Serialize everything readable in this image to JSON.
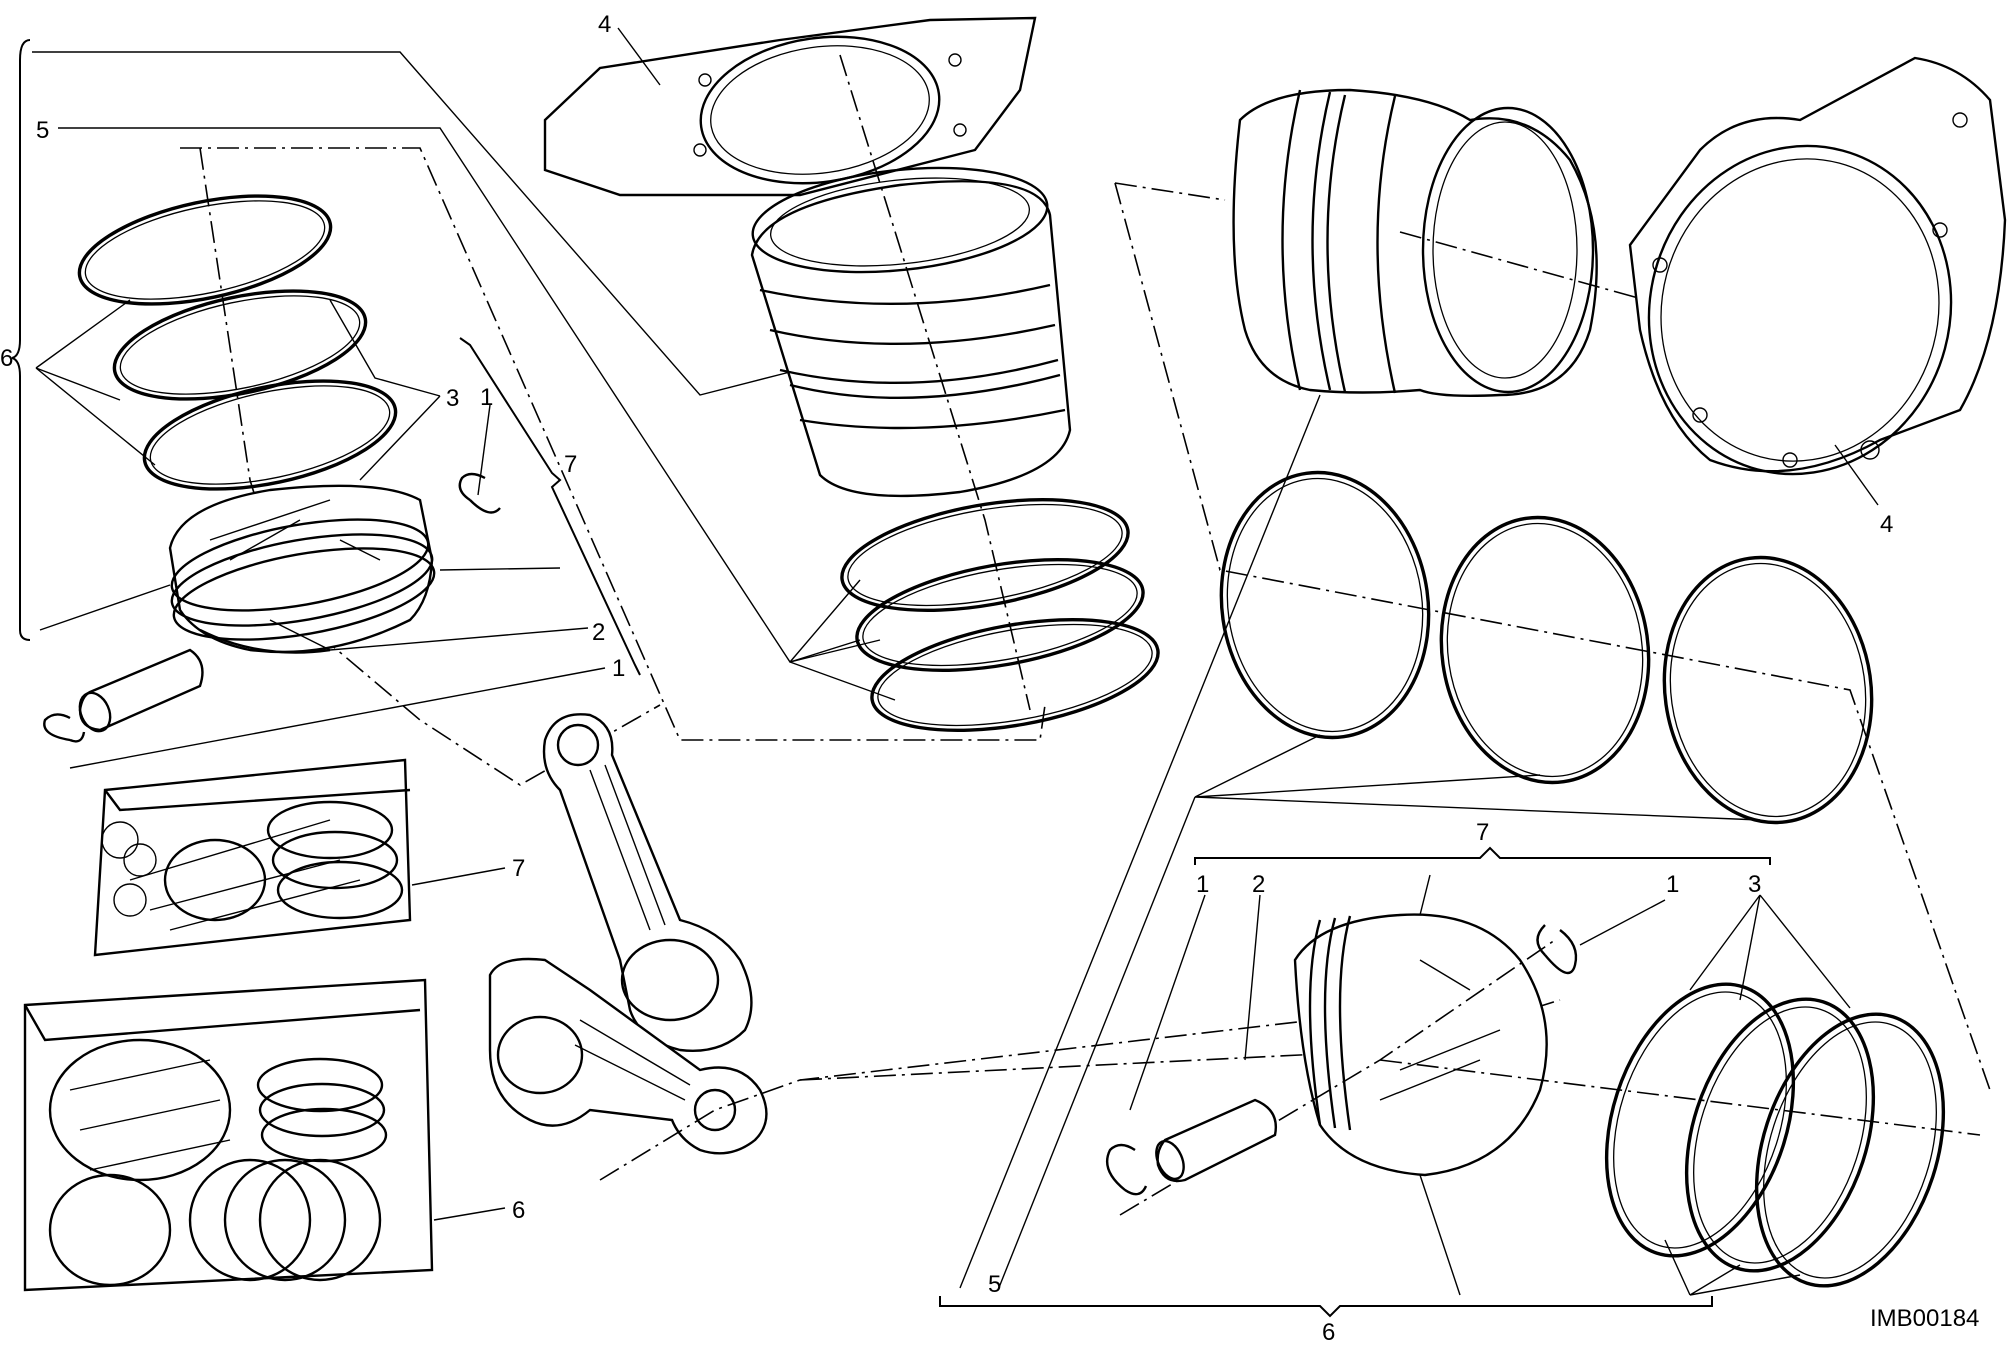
{
  "diagram": {
    "drawing_code": "IMB00184",
    "callouts": {
      "left_piston_kit": "6",
      "left_rings": "3",
      "left_circlip_top": "1",
      "left_ring_set": "7",
      "left_pin": "2",
      "left_circlip_bottom": "1",
      "left_gasket": "4",
      "left_cylinder": "5",
      "left_box_rings": "7",
      "left_box_kit": "6",
      "right_gasket": "4",
      "right_ring_set": "7",
      "right_circlip_left": "1",
      "right_pin": "2",
      "right_circlip_right": "1",
      "right_rings": "3",
      "right_cylinder": "5",
      "right_piston_kit": "6"
    }
  }
}
